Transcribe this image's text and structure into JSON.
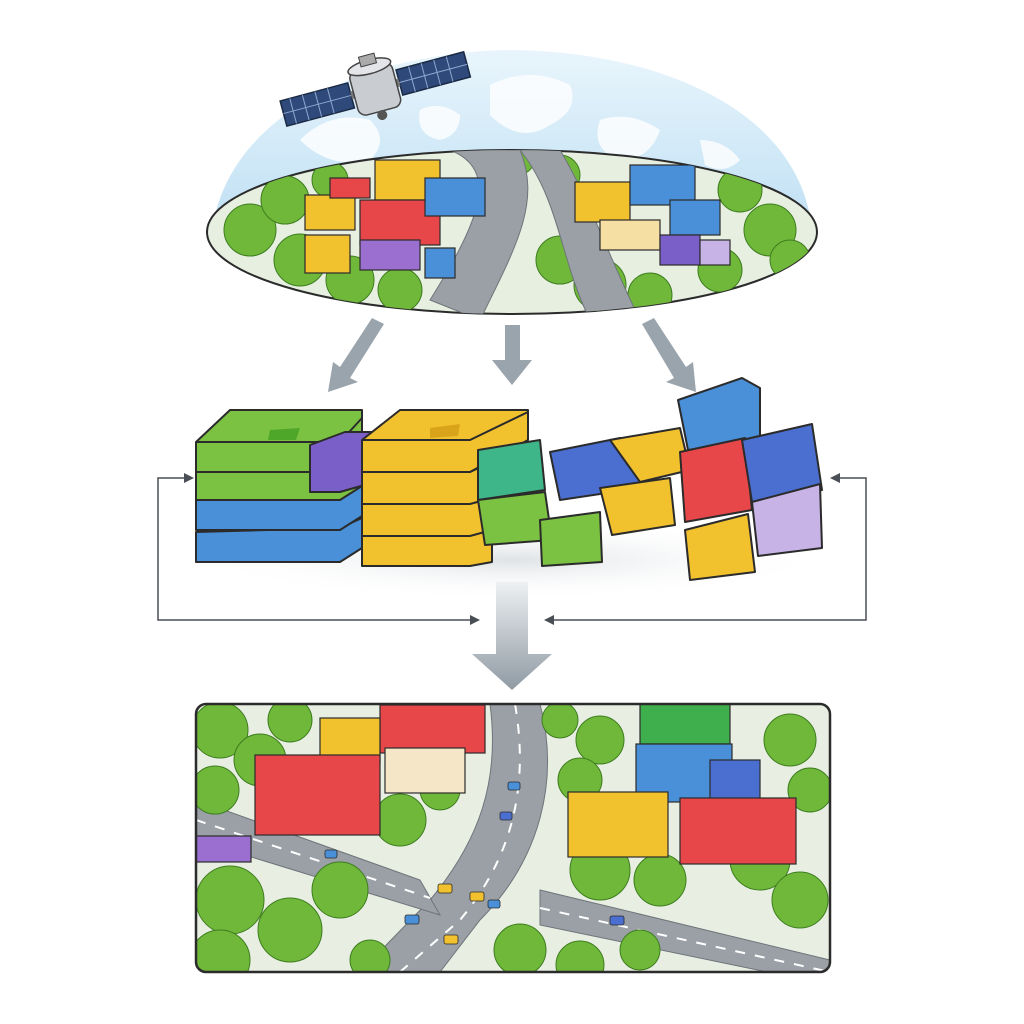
{
  "diagram": {
    "stages": [
      {
        "id": "satellite-observation",
        "kind": "satellite-over-globe-dome"
      },
      {
        "id": "data-blocks",
        "kind": "stacked-colored-blocks"
      },
      {
        "id": "ground-output",
        "kind": "aerial-city-map-panel"
      }
    ],
    "icons": [
      "satellite-icon",
      "globe-dome",
      "down-arrow-icon",
      "feedback-loop-arrow"
    ],
    "colors": {
      "green": "#7cc242",
      "yellow": "#f2c12e",
      "blue": "#4a90d9",
      "red": "#e8474a",
      "purple": "#7b5fc9",
      "lavender": "#c7b3e6",
      "teal": "#3fb58a",
      "road": "#9aa0a6",
      "tree": "#6fb83a",
      "sky": "#cfe8f7",
      "arrow": "#9aa4ad",
      "outline": "#2b2b2b"
    }
  }
}
